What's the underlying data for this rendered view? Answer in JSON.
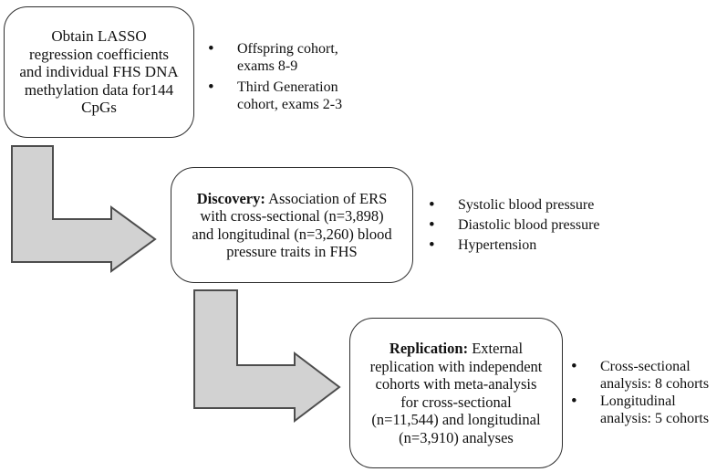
{
  "figure": {
    "background_color": "#ffffff",
    "box_border_color": "#2e2e2e",
    "arrow_fill": "#d2d2d2",
    "arrow_stroke": "#4d4d4d",
    "bullet_glyph": "•"
  },
  "steps": [
    {
      "id": "input",
      "lines": [
        "Obtain LASSO",
        "regression coefficients",
        "and individual FHS DNA",
        "methylation data for144",
        "CpGs"
      ],
      "full_text": "Obtain LASSO regression coefficients and individual FHS DNA methylation data for144 CpGs",
      "bullets": [
        "Offspring cohort, exams 8-9",
        "Third Generation cohort, exams 2-3"
      ]
    },
    {
      "id": "discovery",
      "label": "Discovery:",
      "first_line_rest": " Association of ERS",
      "lines": [
        "with cross-sectional (n=3,898)",
        "and longitudinal (n=3,260) blood",
        "pressure traits in FHS"
      ],
      "full_text": "Discovery: Association of ERS with cross-sectional (n=3,898) and longitudinal (n=3,260) blood pressure traits in FHS",
      "bullets": [
        "Systolic blood pressure",
        "Diastolic blood pressure",
        "Hypertension"
      ]
    },
    {
      "id": "replication",
      "label": "Replication:",
      "first_line_rest": " External",
      "lines": [
        "replication with independent",
        "cohorts with meta-analysis",
        "for cross-sectional",
        "(n=11,544) and longitudinal",
        "(n=3,910) analyses"
      ],
      "full_text": "Replication: External replication with independent cohorts with meta-analysis for cross-sectional (n=11,544) and longitudinal (n=3,910) analyses",
      "bullets": [
        "Cross-sectional analysis: 8 cohorts",
        "Longitudinal analysis: 5 cohorts"
      ]
    }
  ]
}
